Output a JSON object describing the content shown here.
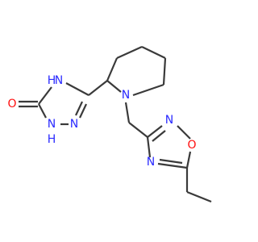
{
  "molecule": {
    "colors": {
      "bond": "#3a3a3a",
      "nitrogen": "#2b2bff",
      "oxygen": "#ff0d0d"
    },
    "atoms": {
      "oxo_o": "O",
      "n4": "N",
      "n4_h": "H",
      "n1": "N",
      "n1_h": "H",
      "n2": "N",
      "pip_n": "N",
      "oxa_n3": "N",
      "oxa_o1": "O",
      "oxa_n4": "N"
    }
  }
}
